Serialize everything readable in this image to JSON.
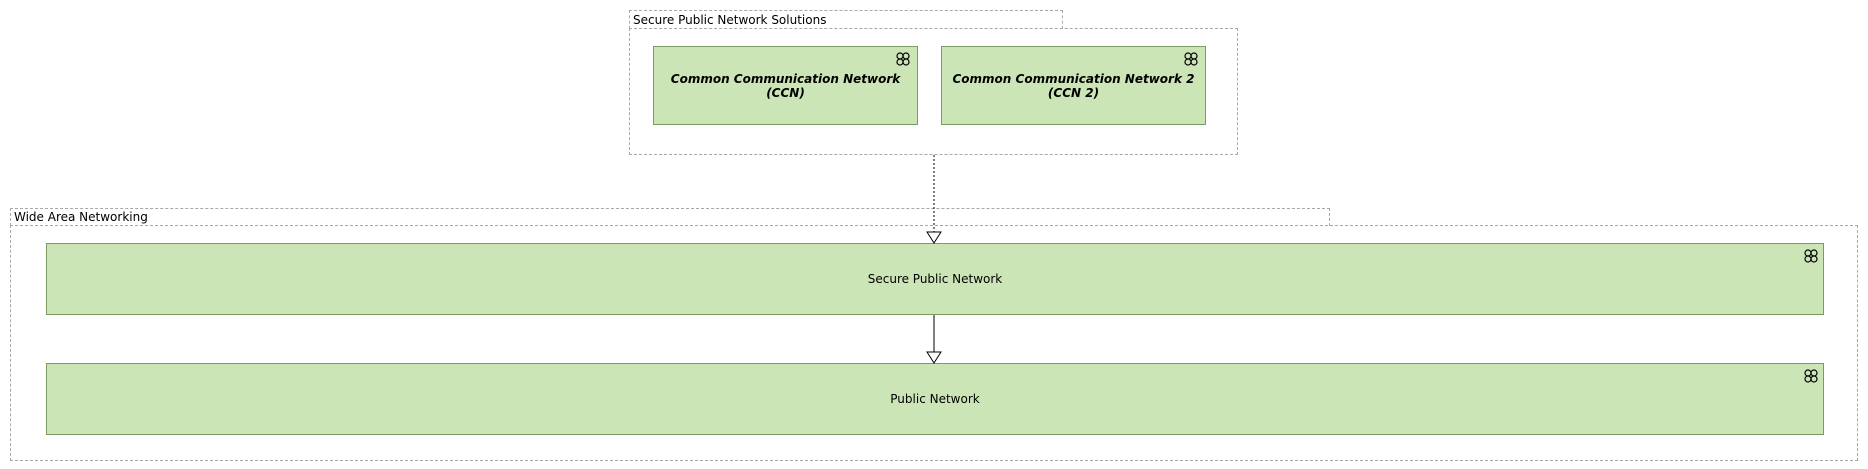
{
  "groups": {
    "solutions": {
      "label": "Secure Public Network Solutions"
    },
    "wan": {
      "label": "Wide Area Networking"
    }
  },
  "nodes": {
    "ccn": {
      "label": "Common Communication Network (CCN)",
      "icon": "system-software-icon"
    },
    "ccn2": {
      "label": "Common Communication Network 2 (CCN 2)",
      "icon": "system-software-icon"
    },
    "secure_public": {
      "label": "Secure Public Network",
      "icon": "system-software-icon"
    },
    "public": {
      "label": "Public Network",
      "icon": "system-software-icon"
    }
  },
  "colors": {
    "node_fill": "#cce5b7",
    "node_border": "#7a9b63",
    "group_border": "#a8a8a8"
  }
}
